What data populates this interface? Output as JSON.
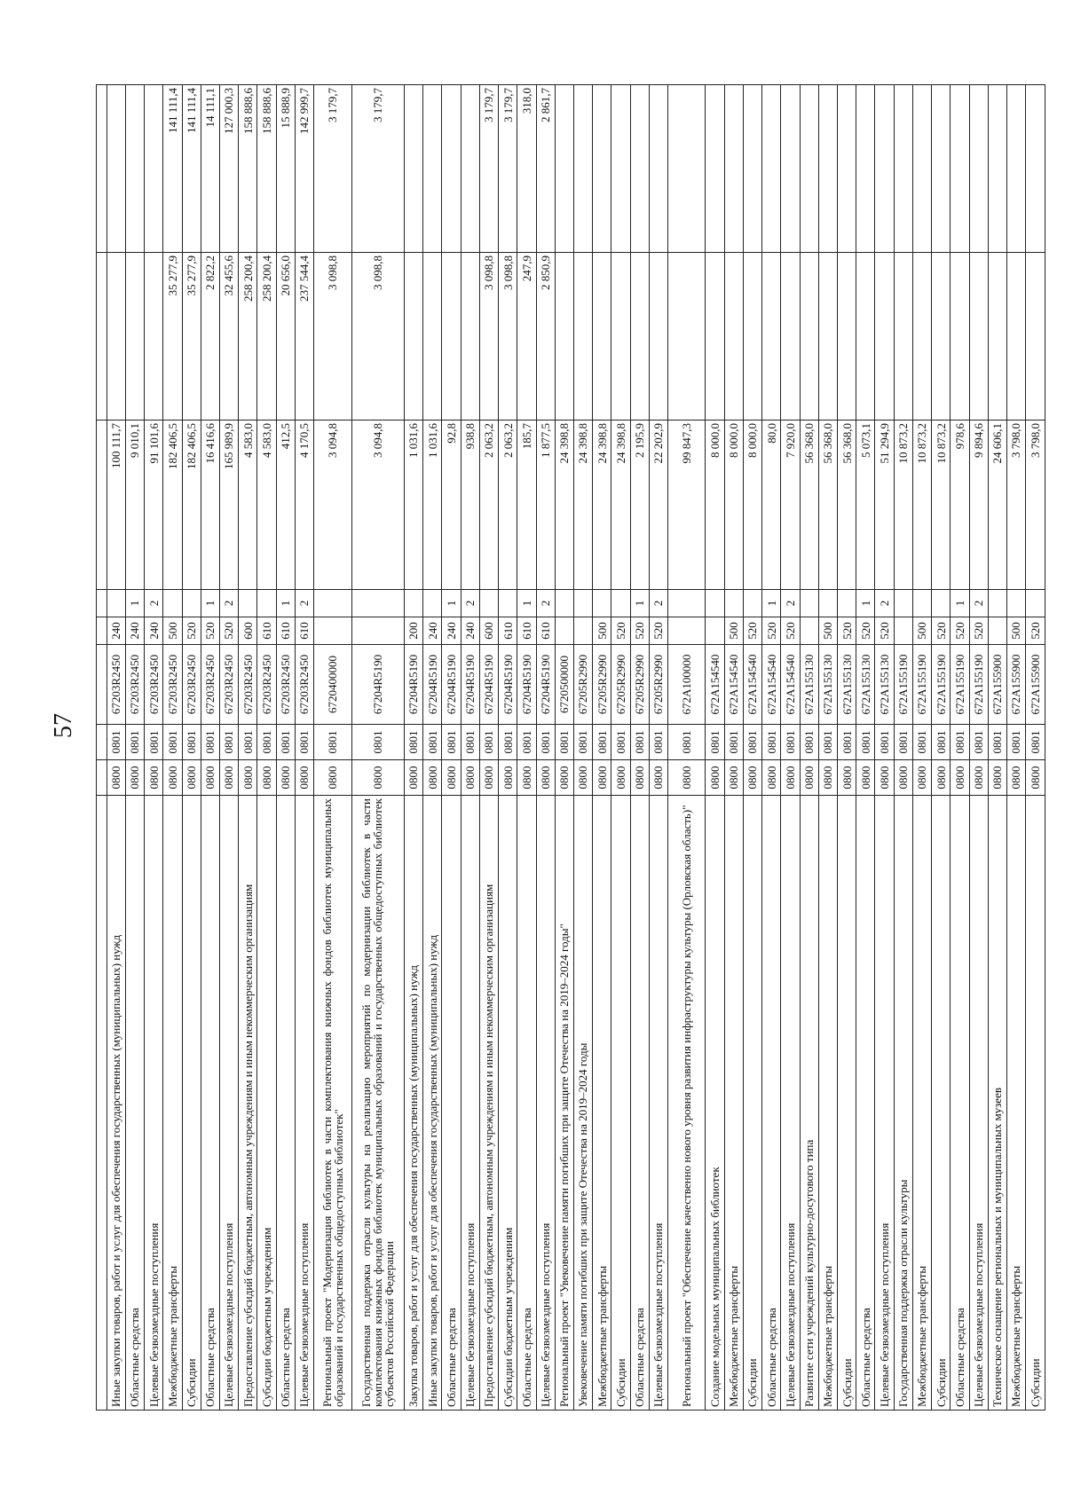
{
  "page": {
    "number": "57"
  },
  "table": {
    "rows": [
      {
        "name": "Иные закупки товаров, работ и услуг для обеспечения государственных (муниципальных) нужд",
        "rz": "0800",
        "pr": "0801",
        "csr": "67203R2450",
        "vr": "240",
        "src": "",
        "v1": "100 111,7",
        "v2": "",
        "v3": ""
      },
      {
        "name": "Областные средства",
        "rz": "0800",
        "pr": "0801",
        "csr": "67203R2450",
        "vr": "240",
        "src": "1",
        "v1": "9 010,1",
        "v2": "",
        "v3": ""
      },
      {
        "name": "Целевые безвозмездные поступления",
        "rz": "0800",
        "pr": "0801",
        "csr": "67203R2450",
        "vr": "240",
        "src": "2",
        "v1": "91 101,6",
        "v2": "",
        "v3": ""
      },
      {
        "name": "Межбюджетные трансферты",
        "rz": "0800",
        "pr": "0801",
        "csr": "67203R2450",
        "vr": "500",
        "src": "",
        "v1": "182 406,5",
        "v2": "35 277,9",
        "v3": "141 111,4"
      },
      {
        "name": "Субсидии",
        "rz": "0800",
        "pr": "0801",
        "csr": "67203R2450",
        "vr": "520",
        "src": "",
        "v1": "182 406,5",
        "v2": "35 277,9",
        "v3": "141 111,4"
      },
      {
        "name": "Областные средства",
        "rz": "0800",
        "pr": "0801",
        "csr": "67203R2450",
        "vr": "520",
        "src": "1",
        "v1": "16 416,6",
        "v2": "2 822,2",
        "v3": "14 111,1"
      },
      {
        "name": "Целевые безвозмездные поступления",
        "rz": "0800",
        "pr": "0801",
        "csr": "67203R2450",
        "vr": "520",
        "src": "2",
        "v1": "165 989,9",
        "v2": "32 455,6",
        "v3": "127 000,3"
      },
      {
        "name": "Предоставление субсидий бюджетным, автономным учреждениям и иным некоммерческим организациям",
        "rz": "0800",
        "pr": "0801",
        "csr": "67203R2450",
        "vr": "600",
        "src": "",
        "v1": "4 583,0",
        "v2": "258 200,4",
        "v3": "158 888,6"
      },
      {
        "name": "Субсидии бюджетным учреждениям",
        "rz": "0800",
        "pr": "0801",
        "csr": "67203R2450",
        "vr": "610",
        "src": "",
        "v1": "4 583,0",
        "v2": "258 200,4",
        "v3": "158 888,6"
      },
      {
        "name": "Областные средства",
        "rz": "0800",
        "pr": "0801",
        "csr": "67203R2450",
        "vr": "610",
        "src": "1",
        "v1": "412,5",
        "v2": "20 656,0",
        "v3": "15 888,9"
      },
      {
        "name": "Целевые безвозмездные поступления",
        "rz": "0800",
        "pr": "0801",
        "csr": "67203R2450",
        "vr": "610",
        "src": "2",
        "v1": "4 170,5",
        "v2": "237 544,4",
        "v3": "142 999,7"
      },
      {
        "name": "Региональный проект \"Модернизация библиотек в части комплектования книжных фондов библиотек муниципальных образований и государственных общедоступных библиотек\"",
        "rz": "0800",
        "pr": "0801",
        "csr": "6720400000",
        "vr": "",
        "src": "",
        "v1": "3 094,8",
        "v2": "3 098,8",
        "v3": "3 179,7"
      },
      {
        "name": "Государственная поддержка отрасли культуры на реализацию мероприятий по модернизации библиотек в части комплектования книжных фондов библиотек муниципальных образований и государственных общедоступных библиотек субъектов Российской Федерации",
        "rz": "0800",
        "pr": "0801",
        "csr": "67204R5190",
        "vr": "",
        "src": "",
        "v1": "3 094,8",
        "v2": "3 098,8",
        "v3": "3 179,7"
      },
      {
        "name": "Закупка товаров, работ и услуг для обеспечения государственных (муниципальных) нужд",
        "rz": "0800",
        "pr": "0801",
        "csr": "67204R5190",
        "vr": "200",
        "src": "",
        "v1": "1 031,6",
        "v2": "",
        "v3": ""
      },
      {
        "name": "Иные закупки товаров, работ и услуг для обеспечения государственных (муниципальных) нужд",
        "rz": "0800",
        "pr": "0801",
        "csr": "67204R5190",
        "vr": "240",
        "src": "",
        "v1": "1 031,6",
        "v2": "",
        "v3": ""
      },
      {
        "name": "Областные средства",
        "rz": "0800",
        "pr": "0801",
        "csr": "67204R5190",
        "vr": "240",
        "src": "1",
        "v1": "92,8",
        "v2": "",
        "v3": ""
      },
      {
        "name": "Целевые безвозмездные поступления",
        "rz": "0800",
        "pr": "0801",
        "csr": "67204R5190",
        "vr": "240",
        "src": "2",
        "v1": "938,8",
        "v2": "",
        "v3": ""
      },
      {
        "name": "Предоставление субсидий бюджетным, автономным учреждениям и иным некоммерческим организациям",
        "rz": "0800",
        "pr": "0801",
        "csr": "67204R5190",
        "vr": "600",
        "src": "",
        "v1": "2 063,2",
        "v2": "3 098,8",
        "v3": "3 179,7"
      },
      {
        "name": "Субсидии бюджетным учреждениям",
        "rz": "0800",
        "pr": "0801",
        "csr": "67204R5190",
        "vr": "610",
        "src": "",
        "v1": "2 063,2",
        "v2": "3 098,8",
        "v3": "3 179,7"
      },
      {
        "name": "Областные средства",
        "rz": "0800",
        "pr": "0801",
        "csr": "67204R5190",
        "vr": "610",
        "src": "1",
        "v1": "185,7",
        "v2": "247,9",
        "v3": "318,0"
      },
      {
        "name": "Целевые безвозмездные поступления",
        "rz": "0800",
        "pr": "0801",
        "csr": "67204R5190",
        "vr": "610",
        "src": "2",
        "v1": "1 877,5",
        "v2": "2 850,9",
        "v3": "2 861,7"
      },
      {
        "name": "Региональный проект \"Увековечение памяти погибших при защите Отечества на 2019–2024 годы\"",
        "rz": "0800",
        "pr": "0801",
        "csr": "6720500000",
        "vr": "",
        "src": "",
        "v1": "24 398,8",
        "v2": "",
        "v3": ""
      },
      {
        "name": "Увековечение памяти погибших при защите Отечества на 2019–2024 годы",
        "rz": "0800",
        "pr": "0801",
        "csr": "67205R2990",
        "vr": "",
        "src": "",
        "v1": "24 398,8",
        "v2": "",
        "v3": ""
      },
      {
        "name": "Межбюджетные трансферты",
        "rz": "0800",
        "pr": "0801",
        "csr": "67205R2990",
        "vr": "500",
        "src": "",
        "v1": "24 398,8",
        "v2": "",
        "v3": ""
      },
      {
        "name": "Субсидии",
        "rz": "0800",
        "pr": "0801",
        "csr": "67205R2990",
        "vr": "520",
        "src": "",
        "v1": "24 398,8",
        "v2": "",
        "v3": ""
      },
      {
        "name": "Областные средства",
        "rz": "0800",
        "pr": "0801",
        "csr": "67205R2990",
        "vr": "520",
        "src": "1",
        "v1": "2 195,9",
        "v2": "",
        "v3": ""
      },
      {
        "name": "Целевые безвозмездные поступления",
        "rz": "0800",
        "pr": "0801",
        "csr": "67205R2990",
        "vr": "520",
        "src": "2",
        "v1": "22 202,9",
        "v2": "",
        "v3": ""
      },
      {
        "name": "Региональный проект \"Обеспечение качественно нового уровня развития инфраструктуры культуры (Орловская область)\"",
        "rz": "0800",
        "pr": "0801",
        "csr": "672A100000",
        "vr": "",
        "src": "",
        "v1": "99 847,3",
        "v2": "",
        "v3": ""
      },
      {
        "name": "Создание модельных муниципальных библиотек",
        "rz": "0800",
        "pr": "0801",
        "csr": "672A154540",
        "vr": "",
        "src": "",
        "v1": "8 000,0",
        "v2": "",
        "v3": ""
      },
      {
        "name": "Межбюджетные трансферты",
        "rz": "0800",
        "pr": "0801",
        "csr": "672A154540",
        "vr": "500",
        "src": "",
        "v1": "8 000,0",
        "v2": "",
        "v3": ""
      },
      {
        "name": "Субсидии",
        "rz": "0800",
        "pr": "0801",
        "csr": "672A154540",
        "vr": "520",
        "src": "",
        "v1": "8 000,0",
        "v2": "",
        "v3": ""
      },
      {
        "name": "Областные средства",
        "rz": "0800",
        "pr": "0801",
        "csr": "672A154540",
        "vr": "520",
        "src": "1",
        "v1": "80,0",
        "v2": "",
        "v3": ""
      },
      {
        "name": "Целевые безвозмездные поступления",
        "rz": "0800",
        "pr": "0801",
        "csr": "672A154540",
        "vr": "520",
        "src": "2",
        "v1": "7 920,0",
        "v2": "",
        "v3": ""
      },
      {
        "name": "Развитие сети учреждений культурно-досугового типа",
        "rz": "0800",
        "pr": "0801",
        "csr": "672A155130",
        "vr": "",
        "src": "",
        "v1": "56 368,0",
        "v2": "",
        "v3": ""
      },
      {
        "name": "Межбюджетные трансферты",
        "rz": "0800",
        "pr": "0801",
        "csr": "672A155130",
        "vr": "500",
        "src": "",
        "v1": "56 368,0",
        "v2": "",
        "v3": ""
      },
      {
        "name": "Субсидии",
        "rz": "0800",
        "pr": "0801",
        "csr": "672A155130",
        "vr": "520",
        "src": "",
        "v1": "56 368,0",
        "v2": "",
        "v3": ""
      },
      {
        "name": "Областные средства",
        "rz": "0800",
        "pr": "0801",
        "csr": "672A155130",
        "vr": "520",
        "src": "1",
        "v1": "5 073,1",
        "v2": "",
        "v3": ""
      },
      {
        "name": "Целевые безвозмездные поступления",
        "rz": "0800",
        "pr": "0801",
        "csr": "672A155130",
        "vr": "520",
        "src": "2",
        "v1": "51 294,9",
        "v2": "",
        "v3": ""
      },
      {
        "name": "Государственная поддержка отрасли культуры",
        "rz": "0800",
        "pr": "0801",
        "csr": "672A155190",
        "vr": "",
        "src": "",
        "v1": "10 873,2",
        "v2": "",
        "v3": ""
      },
      {
        "name": "Межбюджетные трансферты",
        "rz": "0800",
        "pr": "0801",
        "csr": "672A155190",
        "vr": "500",
        "src": "",
        "v1": "10 873,2",
        "v2": "",
        "v3": ""
      },
      {
        "name": "Субсидии",
        "rz": "0800",
        "pr": "0801",
        "csr": "672A155190",
        "vr": "520",
        "src": "",
        "v1": "10 873,2",
        "v2": "",
        "v3": ""
      },
      {
        "name": "Областные средства",
        "rz": "0800",
        "pr": "0801",
        "csr": "672A155190",
        "vr": "520",
        "src": "1",
        "v1": "978,6",
        "v2": "",
        "v3": ""
      },
      {
        "name": "Целевые безвозмездные поступления",
        "rz": "0800",
        "pr": "0801",
        "csr": "672A155190",
        "vr": "520",
        "src": "2",
        "v1": "9 894,6",
        "v2": "",
        "v3": ""
      },
      {
        "name": "Техническое оснащение региональных и муниципальных музеев",
        "rz": "0800",
        "pr": "0801",
        "csr": "672A155900",
        "vr": "",
        "src": "",
        "v1": "24 606,1",
        "v2": "",
        "v3": ""
      },
      {
        "name": "Межбюджетные трансферты",
        "rz": "0800",
        "pr": "0801",
        "csr": "672A155900",
        "vr": "500",
        "src": "",
        "v1": "3 798,0",
        "v2": "",
        "v3": ""
      },
      {
        "name": "Субсидии",
        "rz": "0800",
        "pr": "0801",
        "csr": "672A155900",
        "vr": "520",
        "src": "",
        "v1": "3 798,0",
        "v2": "",
        "v3": ""
      }
    ]
  }
}
